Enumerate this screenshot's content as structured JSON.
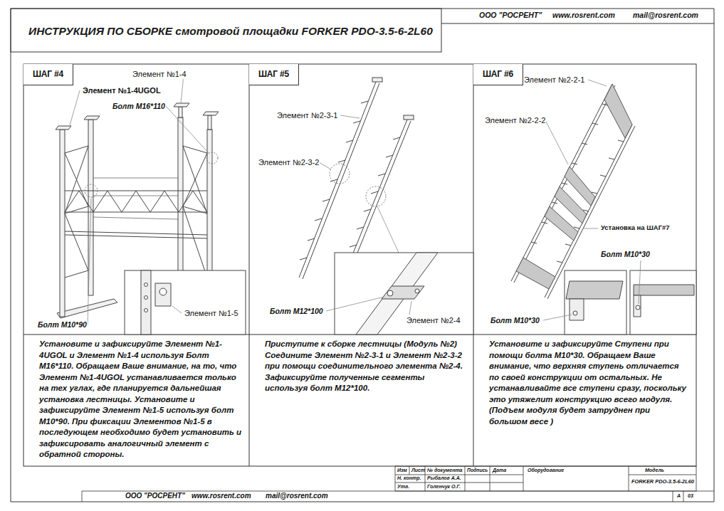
{
  "diagram": {
    "title": "ИНСТРУКЦИЯ ПО СБОРКЕ смотровой площадки FORKER PDO-3.5-6-2L60",
    "nodes": [
      {
        "text": [
          "ШАГ #4",
          "Установите и зафиксируйте Элемент №1-4UGOL и Элемент №1-4 используя Болт M16*110. Обращаем Ваше внимание, на то, что Элемент №1-4UGOL устанавливается только на тех углах, где планируется дальнейшая установка лестницы. Установите и зафиксируйте Элемент №1-5 используя болт M10*90. При фиксации Элементов №1-5 в последующем необходимо будет установить и зафиксировать аналогичный элемент с обратной стороны."
        ]
      },
      {
        "text": [
          "ШАГ #5",
          "Приступите к сборке лестницы (Модуль №2) Соедините Элемент №2-3-1 и Элемент №2-3-2 при помощи соединительного элемента №2-4. Зафиксируйте полученные сегменты используя болт M12*100."
        ]
      },
      {
        "text": [
          "ШАГ #6",
          "Установите и зафиксируйте Ступени при помощи болта M10*30. Обращаем Ваше внимание, что верхняя ступень отличается по своей конструкции от остальных. Не устанавливайте все ступени сразу, поскольку это утяжелит конструкцию всего модуля. (Подъем модуля будет затруднен при большом весе )"
        ]
      }
    ],
    "labels": [
      "ООО \"РОСРЕНТ\"",
      "www.rosrent.com",
      "mail@rosrent.com",
      "Элемент №1-4",
      "Элемент №1-4UGOL",
      "Болт M16*110",
      "Болт M10*90",
      "Элемент №1-5",
      "Элемент №2-3-1",
      "Элемент №2-3-2",
      "Болт M12*100",
      "Элемент №2-4",
      "Элемент №2-2-1",
      "Элемент №2-2-2",
      "Установка на ШАГ#7",
      "Болт M10*30",
      "Болт M10*30",
      "Изм",
      "Лист",
      "№ документа",
      "Подпись",
      "Дата",
      "Н. контр.",
      "Рыбалов А.А.",
      "Утв.",
      "Голенчук О.Г.",
      "Оборудование",
      "Модель",
      "FORKER PDO-3.5-6-2L60",
      "А",
      "03",
      "ООО \"РОСРЕНТ\"",
      "www.rosrent.com",
      "mail@rosrent.com"
    ]
  }
}
